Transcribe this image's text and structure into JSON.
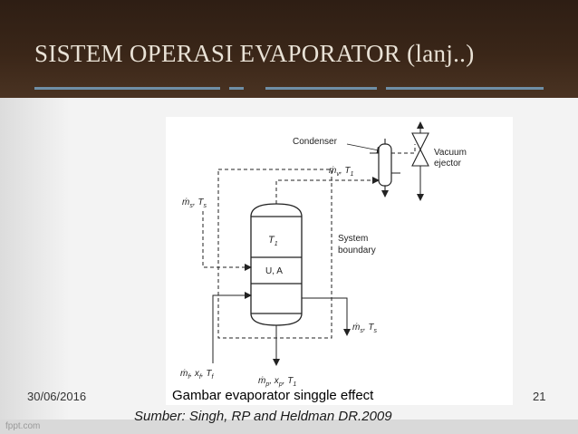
{
  "slide": {
    "title": "SISTEM OPERASI EVAPORATOR (lanj..)",
    "date": "30/06/2016",
    "page_number": "21",
    "brand": "fppt.com",
    "caption": "Gambar evaporator singgle effect",
    "source": "Sumber: Singh, RP and Heldman DR.2009"
  },
  "diagram": {
    "condenser_label": "Condenser",
    "vacuum_label_1": "Vacuum",
    "vacuum_label_2": "ejector",
    "vapor_label_a": "ṁ",
    "vapor_label_b": "v",
    "vapor_label_c": ", T",
    "vapor_label_d": "1",
    "steam_in_a": "ṁ",
    "steam_in_b": "s",
    "steam_in_c": ", T",
    "steam_in_d": "s",
    "system_label_1": "System",
    "system_label_2": "boundary",
    "body_upper_a": "T",
    "body_upper_b": "1",
    "body_lower": "U, A",
    "condensate_a": "ṁ",
    "condensate_b": "s",
    "condensate_c": ", T",
    "condensate_d": "s",
    "feed_a": "ṁ",
    "feed_b": "f",
    "feed_c": ", x",
    "feed_d": "f",
    "feed_e": ", T",
    "feed_f": "f",
    "product_a": "ṁ",
    "product_b": "p",
    "product_c": ", x",
    "product_d": "p",
    "product_e": ", T",
    "product_f": "1"
  },
  "colors": {
    "header": "#3a2618",
    "title_text": "#e9e2d6",
    "rule": "#6f8fa6"
  }
}
